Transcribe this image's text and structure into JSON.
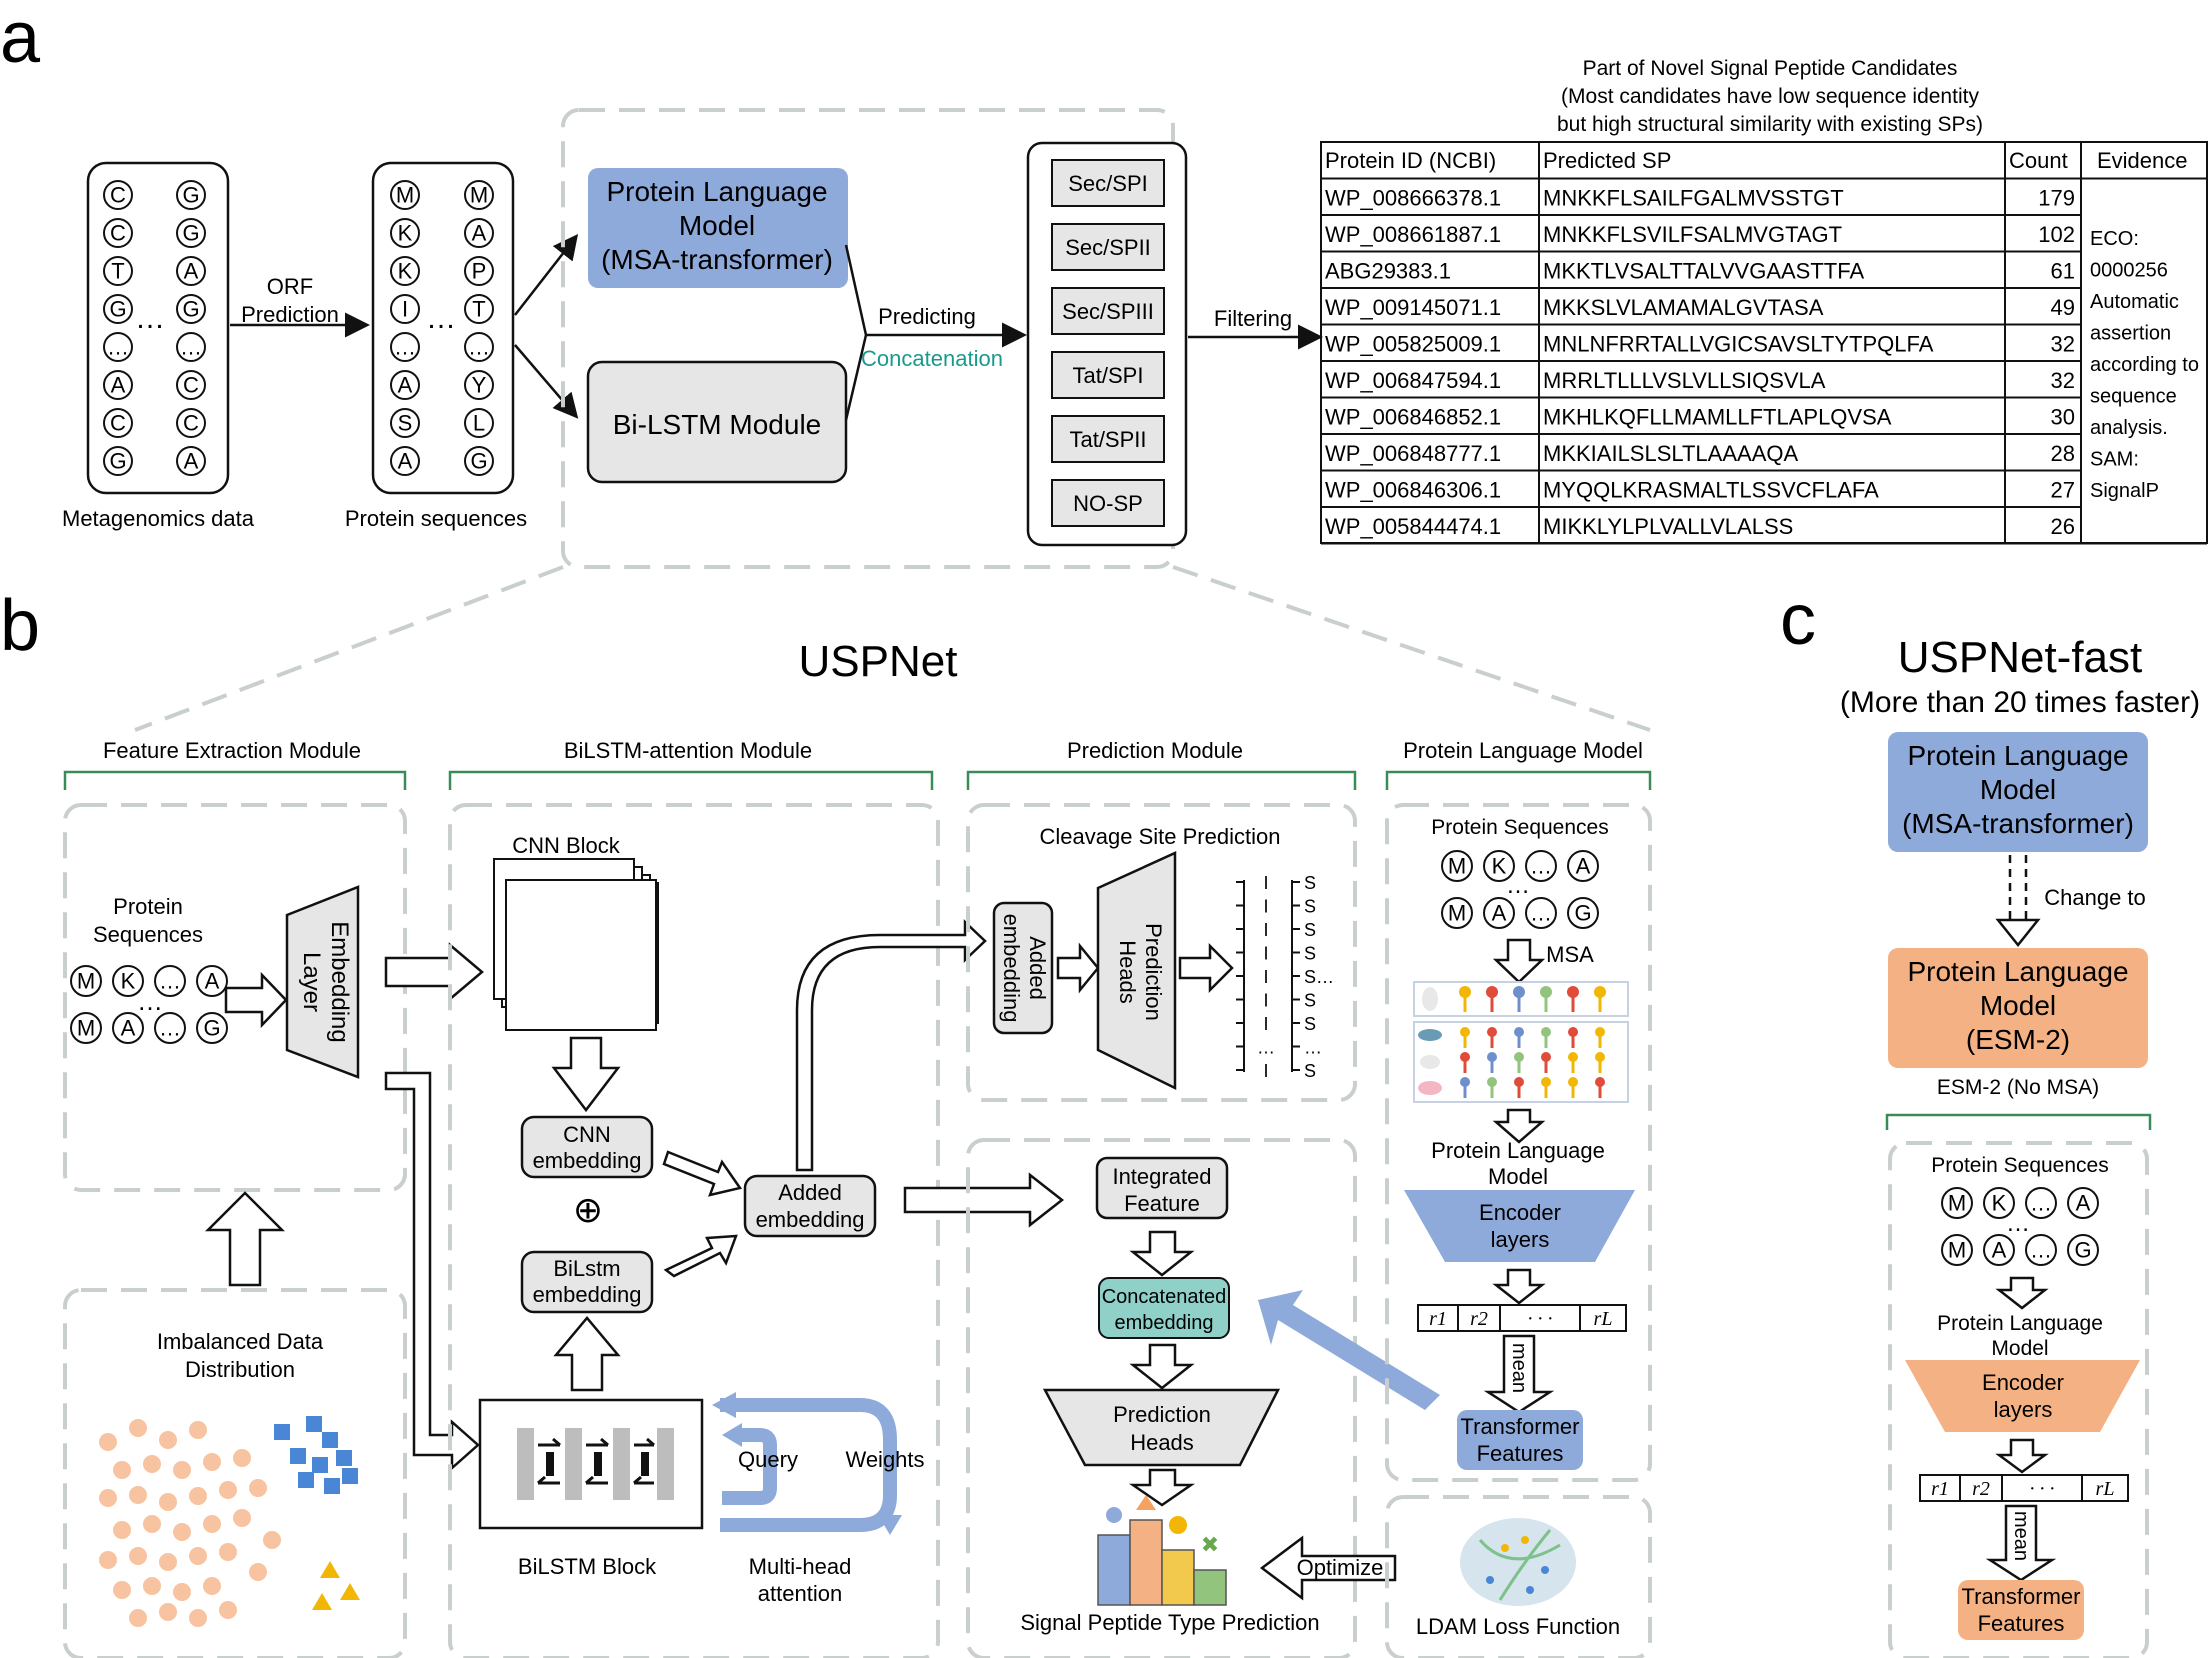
{
  "panel_labels": {
    "a": "a",
    "b": "b",
    "c": "c"
  },
  "panel_a": {
    "metagenomics": {
      "caption": "Metagenomics data",
      "col1": [
        "C",
        "C",
        "T",
        "G",
        "…",
        "A",
        "C",
        "G"
      ],
      "col2": [
        "G",
        "G",
        "A",
        "G",
        "…",
        "C",
        "C",
        "A"
      ],
      "ellipsis": "…"
    },
    "orf": {
      "line1": "ORF",
      "line2": "Prediction"
    },
    "protein_sequences": {
      "caption": "Protein sequences",
      "col1": [
        "M",
        "K",
        "K",
        "I",
        "…",
        "A",
        "S",
        "A"
      ],
      "col2": [
        "M",
        "A",
        "P",
        "T",
        "…",
        "Y",
        "L",
        "G"
      ],
      "ellipsis": "…"
    },
    "plm": {
      "line1": "Protein Language",
      "line2": "Model",
      "line3": "(MSA-transformer)"
    },
    "bilstm": "Bi-LSTM Module",
    "predicting": "Predicting",
    "concatenation": "Concatenation",
    "sp_types": [
      "Sec/SPI",
      "Sec/SPII",
      "Sec/SPIII",
      "Tat/SPI",
      "Tat/SPII",
      "NO-SP"
    ],
    "filtering": "Filtering",
    "table_title": {
      "line1": "Part of Novel Signal Peptide Candidates",
      "line2": "(Most candidates have low sequence identity",
      "line3": "but high structural similarity with existing SPs)"
    },
    "table_headers": [
      "Protein ID (NCBI)",
      "Predicted SP",
      "Count",
      "Evidence"
    ],
    "table_rows": [
      [
        "WP_008666378.1",
        "MNKKFLSAILFGALMVSSTGT",
        "179"
      ],
      [
        "WP_008661887.1",
        "MNKKFLSVILFSALMVGTAGT",
        "102"
      ],
      [
        "ABG29383.1",
        "MKKTLVSALTTALVVGAASTTFA",
        "61"
      ],
      [
        "WP_009145071.1",
        "MKKSLVLAMAMALGVTASA",
        "49"
      ],
      [
        "WP_005825009.1",
        "MNLNFRRTALLVGICSAVSLTYTPQLFA",
        "32"
      ],
      [
        "WP_006847594.1",
        "MRRLTLLLVSLVLLSIQSVLA",
        "32"
      ],
      [
        "WP_006846852.1",
        "MKHLKQFLLMAMLLFTLAPLQVSA",
        "30"
      ],
      [
        "WP_006848777.1",
        "MKKIAILSLSLTLAAAAQA",
        "28"
      ],
      [
        "WP_006846306.1",
        "MYQQLKRASMALTLSSVCFLAFA",
        "27"
      ],
      [
        "WP_005844474.1",
        "MIKKLYLPLVALLVLALSS",
        "26"
      ]
    ],
    "evidence_lines": [
      "ECO:",
      "0000256",
      "Automatic",
      "assertion",
      "according to",
      "sequence",
      "analysis.",
      "SAM:",
      "SignalP"
    ]
  },
  "panel_b": {
    "title": "USPNet",
    "feature_extraction": {
      "header": "Feature Extraction Module",
      "protein_line1": "Protein",
      "protein_line2": "Sequences",
      "row1": [
        "M",
        "K",
        "…",
        "A"
      ],
      "row2": [
        "M",
        "A",
        "…",
        "G"
      ],
      "dots": "…",
      "embedding_line1": "Embedding",
      "embedding_line2": "Layer",
      "imbalanced_line1": "Imbalanced Data",
      "imbalanced_line2": "Distribution"
    },
    "bilstm_attention": {
      "header": "BiLSTM-attention Module",
      "cnn_block": "CNN Block",
      "cnn_emb_line1": "CNN",
      "cnn_emb_line2": "embedding",
      "oplus": "⊕",
      "bilstm_emb_line1": "BiLstm",
      "bilstm_emb_line2": "embedding",
      "bilstm_block": "BiLSTM Block",
      "query": "Query",
      "weights": "Weights",
      "mha_line1": "Multi-head",
      "mha_line2": "attention",
      "added_line1": "Added",
      "added_line2": "embedding"
    },
    "prediction": {
      "header": "Prediction Module",
      "cleavage": "Cleavage Site Prediction",
      "added_emb_line1": "Added",
      "added_emb_line2": "embedding",
      "heads_line1": "Prediction",
      "heads_line2": "Heads",
      "seq_letters": [
        "S",
        "S",
        "S",
        "S",
        "S…",
        "S",
        "S",
        "…",
        "S"
      ],
      "seq_I": [
        "I",
        "I",
        "I",
        "I",
        "I",
        "I",
        "I",
        "…",
        "I"
      ],
      "integrated_line1": "Integrated",
      "integrated_line2": "Feature",
      "concat_line1": "Concatenated",
      "concat_line2": "embedding",
      "pred_heads_line1": "Prediction",
      "pred_heads_line2": "Heads",
      "type_prediction": "Signal Peptide Type Prediction",
      "optimize": "Optimize"
    },
    "plm": {
      "header": "Protein Language Model",
      "sequences": "Protein Sequences",
      "row1": [
        "M",
        "K",
        "…",
        "A"
      ],
      "row2": [
        "M",
        "A",
        "…",
        "G"
      ],
      "dots": "…",
      "msa": "MSA",
      "plm_line1": "Protein Language",
      "plm_line2": "Model",
      "encoder_line1": "Encoder",
      "encoder_line2": "layers",
      "r_labels": [
        "r1",
        "r2",
        "· · ·",
        "rL"
      ],
      "mean": "mean",
      "tf_line1": "Transformer",
      "tf_line2": "Features",
      "ldam": "LDAM Loss Function"
    }
  },
  "panel_c": {
    "title": "USPNet-fast",
    "subtitle": "(More than 20 times faster)",
    "plm_msa_line1": "Protein Language",
    "plm_msa_line2": "Model",
    "plm_msa_line3": "(MSA-transformer)",
    "change_to": "Change to",
    "esm_line1": "Protein Language",
    "esm_line2": "Model",
    "esm_line3": "(ESM-2)",
    "esm_caption": "ESM-2 (No MSA)",
    "sequences": "Protein Sequences",
    "row1": [
      "M",
      "K",
      "…",
      "A"
    ],
    "row2": [
      "M",
      "A",
      "…",
      "G"
    ],
    "dots": "…",
    "plm_line1": "Protein Language",
    "plm_line2": "Model",
    "encoder_line1": "Encoder",
    "encoder_line2": "layers",
    "r_labels": [
      "r1",
      "r2",
      "· · ·",
      "rL"
    ],
    "mean": "mean",
    "tf_line1": "Transformer",
    "tf_line2": "Features"
  },
  "colors": {
    "blue": "#8eaadb",
    "orange": "#f4b183",
    "teal": "#8fd0c8",
    "gray": "#e6e6e6",
    "dash": "#c9cfcc",
    "bracket_green": "#3a8a5a",
    "concatenation_text": "#1a9a8e",
    "dot_orange": "#f7c3a0",
    "square_blue": "#4a86d6",
    "triangle_yellow": "#f2b705"
  }
}
